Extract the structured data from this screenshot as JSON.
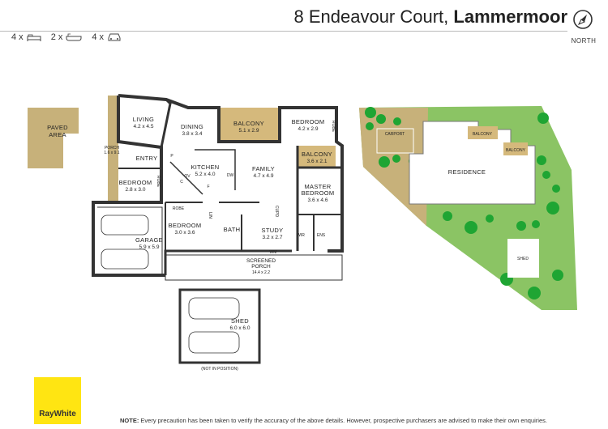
{
  "header": {
    "street": "8 Endeavour Court,",
    "suburb": "Lammermoor",
    "north_label": "NORTH",
    "compass_icon": "compass-icon"
  },
  "features": [
    {
      "count": "4 x",
      "icon": "bed-icon"
    },
    {
      "count": "2 x",
      "icon": "bath-icon"
    },
    {
      "count": "4 x",
      "icon": "car-icon"
    }
  ],
  "floor_plan": {
    "paved_area": {
      "name_line1": "PAVED",
      "name_line2": "AREA"
    },
    "living": {
      "name": "LIVING",
      "size": "4.2 x 4.5"
    },
    "dining": {
      "name": "DINING",
      "size": "3.8 x 3.4"
    },
    "balcony_top": {
      "name": "BALCONY",
      "size": "5.1 x 2.9"
    },
    "bedroom_ne": {
      "name": "BEDROOM",
      "size": "4.2 x 2.9"
    },
    "robe_ne": "ROBE",
    "porch": {
      "name": "PORCH",
      "size": "1.6 x 9.1"
    },
    "entry": "ENTRY",
    "kitchen": {
      "name": "KITCHEN",
      "size": "5.2 x 4.0"
    },
    "family": {
      "name": "FAMILY",
      "size": "4.7 x 4.9"
    },
    "balcony_right": {
      "name": "BALCONY",
      "size": "3.6 x 2.1"
    },
    "bedroom_w": {
      "name": "BEDROOM",
      "size": "2.8 x 3.0"
    },
    "robe_w": "ROBE",
    "robe_mid": "ROBE",
    "master": {
      "name_line1": "MASTER",
      "name_line2": "BEDROOM",
      "size": "3.6 x 4.6"
    },
    "bedroom_s": {
      "name": "BEDROOM",
      "size": "3.0 x 3.6"
    },
    "bath": "BATH",
    "study": {
      "name": "STUDY",
      "size": "3.2 x 2.7"
    },
    "wir": "WIR",
    "ens": "ENS",
    "garage": {
      "name": "GARAGE",
      "size": "5.9 x 5.9"
    },
    "screened_porch": {
      "name_line1": "SCREENED",
      "name_line2": "PORCH",
      "size": "14.4 x 2.2"
    },
    "wm": "WM",
    "p_label": "P",
    "c_label": "C",
    "f_label": "F",
    "dw": "DW",
    "ov": "OV",
    "lin": "LIN",
    "cupd": "CUPD",
    "shed": {
      "name": "SHED",
      "size": "6.0 x 6.0",
      "note": "(NOT IN POSITION)"
    }
  },
  "site_plan": {
    "carport": "CARPORT",
    "balcony_1": "BALCONY",
    "balcony_2": "BALCONY",
    "residence": "RESIDENCE",
    "shed": "SHED"
  },
  "colors": {
    "paved": "#c7b17a",
    "balcony": "#d5b97c",
    "grass": "#8bc464",
    "tree": "#1fa533",
    "brand_yellow": "#ffe512"
  },
  "footer": {
    "logo_text": "RayWhite",
    "note_bold": "NOTE:",
    "note_text": " Every precaution has been taken to verify the accuracy of the above details. However, prospective purchasers are advised to make their own enquiries."
  }
}
